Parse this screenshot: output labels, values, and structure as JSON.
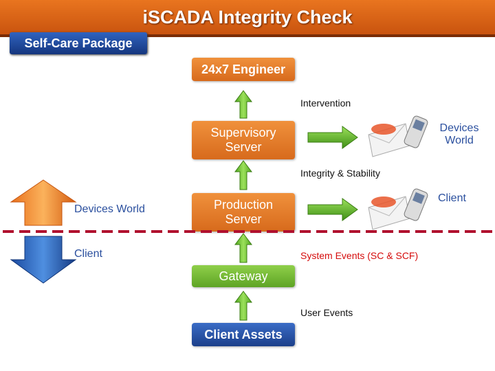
{
  "header": {
    "title": "iSCADA Integrity Check",
    "package": "Self-Care Package"
  },
  "flow": {
    "engineer": "24x7 Engineer",
    "supervisory": "Supervisory Server",
    "production": "Production Server",
    "gateway": "Gateway",
    "assets": "Client Assets"
  },
  "labels": {
    "intervention": "Intervention",
    "integrity": "Integrity & Stability",
    "system_events": "System Events (SC & SCF)",
    "user_events": "User Events",
    "devices_world_right": "Devices World",
    "client_right": "Client",
    "devices_world_left": "Devices World",
    "client_left": "Client"
  },
  "colors": {
    "header": "#e06a1a",
    "package": "#1f4aa0",
    "orange_box": "#e07b2a",
    "green_box": "#74b83a",
    "blue_box": "#2a55a8",
    "red_text": "#d50b0b",
    "dash": "#b0102e"
  }
}
